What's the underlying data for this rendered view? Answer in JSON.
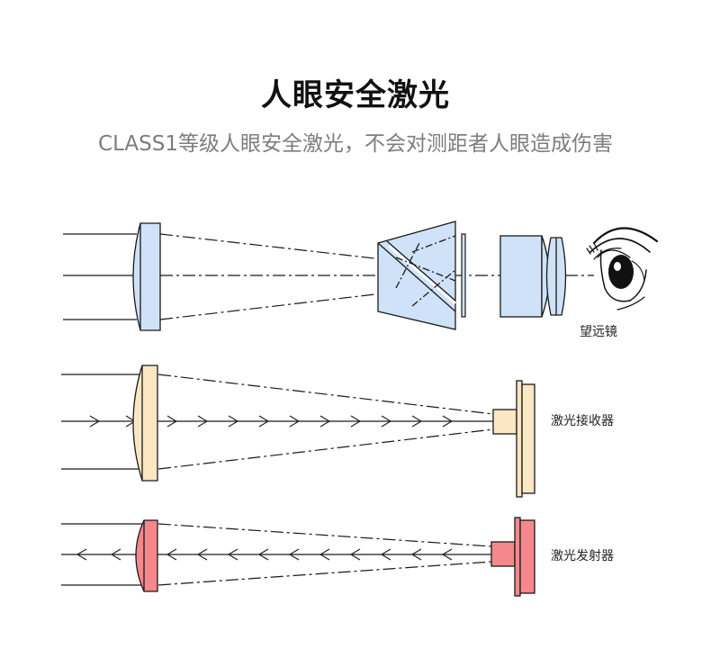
{
  "header": {
    "title": "人眼安全激光",
    "subtitle": "CLASS1等级人眼安全激光，不会对测距者人眼造成伤害"
  },
  "diagram": {
    "labels": {
      "telescope": "望远镜",
      "receiver": "激光接收器",
      "emitter": "激光发射器"
    },
    "colors": {
      "telescope_fill": "#cfe2f8",
      "receiver_fill": "#fbe7c3",
      "emitter_fill": "#f5888c",
      "line": "#1a1a1a"
    }
  }
}
